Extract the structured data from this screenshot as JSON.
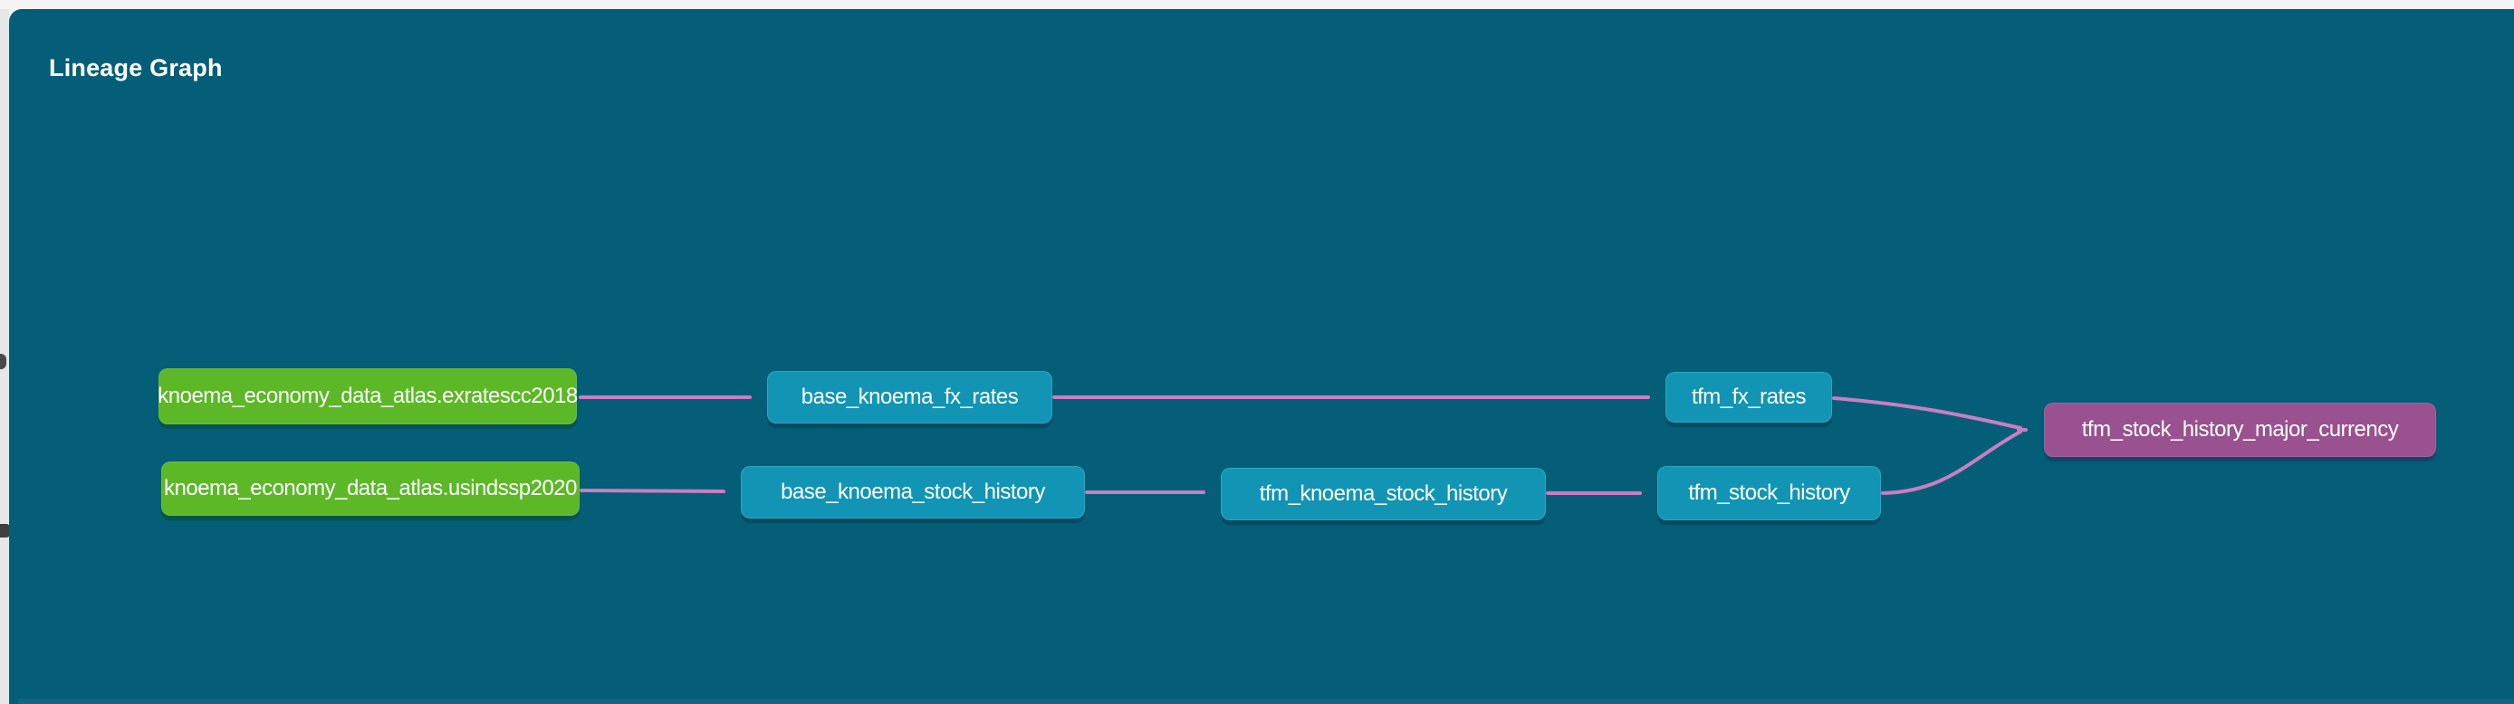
{
  "window": {
    "title": "Lineage Graph"
  },
  "colors": {
    "canvas_background": "#045e77",
    "page_behind": "#f4f4f5",
    "source_node": "#5cb827",
    "model_node": "#1295b5",
    "highlighted_node": "#99518f",
    "edge": "#c77fc3",
    "node_text": "#ffffff"
  },
  "graph": {
    "nodes": [
      {
        "label": "knoema_economy_data_atlas.exratescc2018",
        "type": "source"
      },
      {
        "label": "base_knoema_fx_rates",
        "type": "model"
      },
      {
        "label": "tfm_fx_rates",
        "type": "model"
      },
      {
        "label": "knoema_economy_data_atlas.usindssp2020",
        "type": "source"
      },
      {
        "label": "base_knoema_stock_history",
        "type": "model"
      },
      {
        "label": "tfm_knoema_stock_history",
        "type": "model"
      },
      {
        "label": "tfm_stock_history",
        "type": "model"
      },
      {
        "label": "tfm_stock_history_major_currency",
        "type": "highlighted"
      }
    ],
    "edges": [
      {
        "from": "knoema_economy_data_atlas.exratescc2018",
        "to": "base_knoema_fx_rates"
      },
      {
        "from": "base_knoema_fx_rates",
        "to": "tfm_fx_rates"
      },
      {
        "from": "knoema_economy_data_atlas.usindssp2020",
        "to": "base_knoema_stock_history"
      },
      {
        "from": "base_knoema_stock_history",
        "to": "tfm_knoema_stock_history"
      },
      {
        "from": "tfm_knoema_stock_history",
        "to": "tfm_stock_history"
      },
      {
        "from": "tfm_fx_rates",
        "to": "tfm_stock_history_major_currency"
      },
      {
        "from": "tfm_stock_history",
        "to": "tfm_stock_history_major_currency"
      }
    ]
  }
}
